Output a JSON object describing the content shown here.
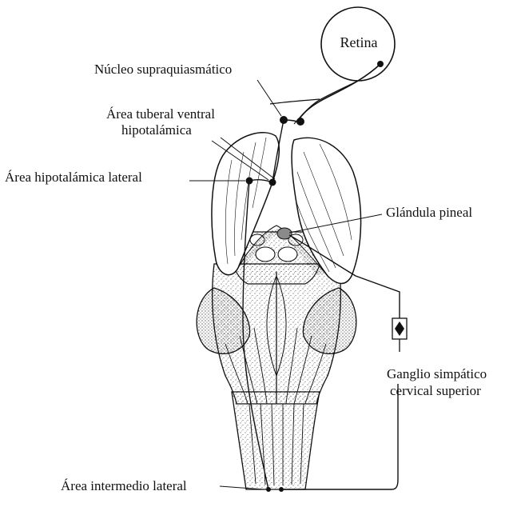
{
  "labels": {
    "retina": "Retina",
    "suprachiasmatic_nucleus": "Núcleo supraquiasmático",
    "ventral_tuberal_line1": "Área tuberal ventral",
    "ventral_tuberal_line2": "hipotalámica",
    "lateral_hypothalamic": "Área hipotalámica lateral",
    "pineal_gland": "Glándula pineal",
    "sympathetic_ganglion_line1": "Ganglio simpático",
    "sympathetic_ganglion_line2": "cervical superior",
    "intermediolateral_area": "Área intermedio lateral"
  },
  "colors": {
    "ink": "#111111",
    "pineal": "#8a8a8a",
    "background": "#ffffff"
  }
}
